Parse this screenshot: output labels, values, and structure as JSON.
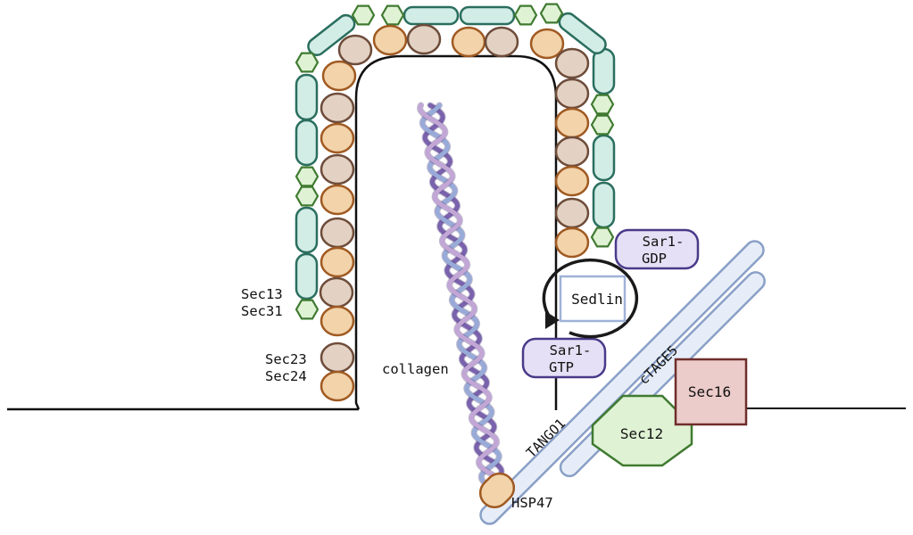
{
  "labels": {
    "sec13": "Sec13",
    "sec31": "Sec31",
    "sec23": "Sec23",
    "sec24": "Sec24",
    "collagen": "collagen",
    "hsp47": "HSP47",
    "tango1": "TANGO1",
    "ctage5": "cTAGE5",
    "sec12": "Sec12",
    "sec16": "Sec16",
    "sedlin": "Sedlin",
    "sar1_gdp_line1": "Sar1-",
    "sar1_gdp_line2": "GDP",
    "sar1_gtp_line1": "Sar1-",
    "sar1_gtp_line2": "GTP"
  },
  "colors": {
    "sec13_hex_fill": "#dff2d4",
    "sec13_hex_stroke": "#3f7a30",
    "sec31_rod_fill": "#d2ece6",
    "sec31_rod_stroke": "#2a6e5e",
    "sec23_fill": "#e3d2c4",
    "sec23_stroke": "#6e4c3a",
    "sec24_fill": "#f2d3aa",
    "sec24_stroke": "#a05a22",
    "collagen_dark": "#7a62ad",
    "collagen_mid": "#98aad8",
    "collagen_light": "#c2a6d6",
    "tango_fill": "#e6edf8",
    "tango_stroke": "#8aa0c6",
    "sec12_fill": "#dff2d4",
    "sec12_stroke": "#3f7a30",
    "sec16_fill": "#ecccca",
    "sec16_stroke": "#6e2e2a",
    "sar1_fill": "#e5e0f5",
    "sar1_stroke": "#4a3a8a",
    "sedlin_stroke": "#9fb2d8"
  }
}
